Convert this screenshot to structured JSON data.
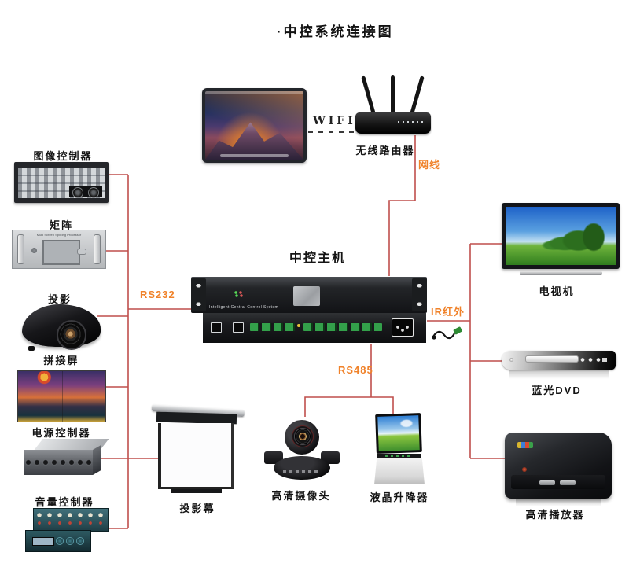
{
  "title": {
    "prefix": "·",
    "text": "中控系统连接图"
  },
  "colors": {
    "line": "#bf4f4c",
    "orange": "#f0822a"
  },
  "top_section": {
    "wifi": "WIFI",
    "router": "无线路由器",
    "lan_cable": "网线"
  },
  "host": {
    "label": "中控主机",
    "front_text": "Intelligent Central Control System"
  },
  "links": {
    "rs232": "RS232",
    "rs485": "RS485",
    "ir": "IR红外"
  },
  "left_devices": [
    {
      "label": "图像控制器"
    },
    {
      "label": "矩阵",
      "panel_text": "Multi Screen Splicing Processor"
    },
    {
      "label": "投影"
    },
    {
      "label": "拼接屏"
    },
    {
      "label": "电源控制器"
    },
    {
      "label": "音量控制器"
    }
  ],
  "right_devices": [
    {
      "label": "电视机"
    },
    {
      "label": "蓝光DVD"
    },
    {
      "label": "高清播放器"
    }
  ],
  "bottom_devices": [
    {
      "label": "投影幕"
    },
    {
      "label": "高清摄像头"
    },
    {
      "label": "液晶升降器"
    }
  ]
}
